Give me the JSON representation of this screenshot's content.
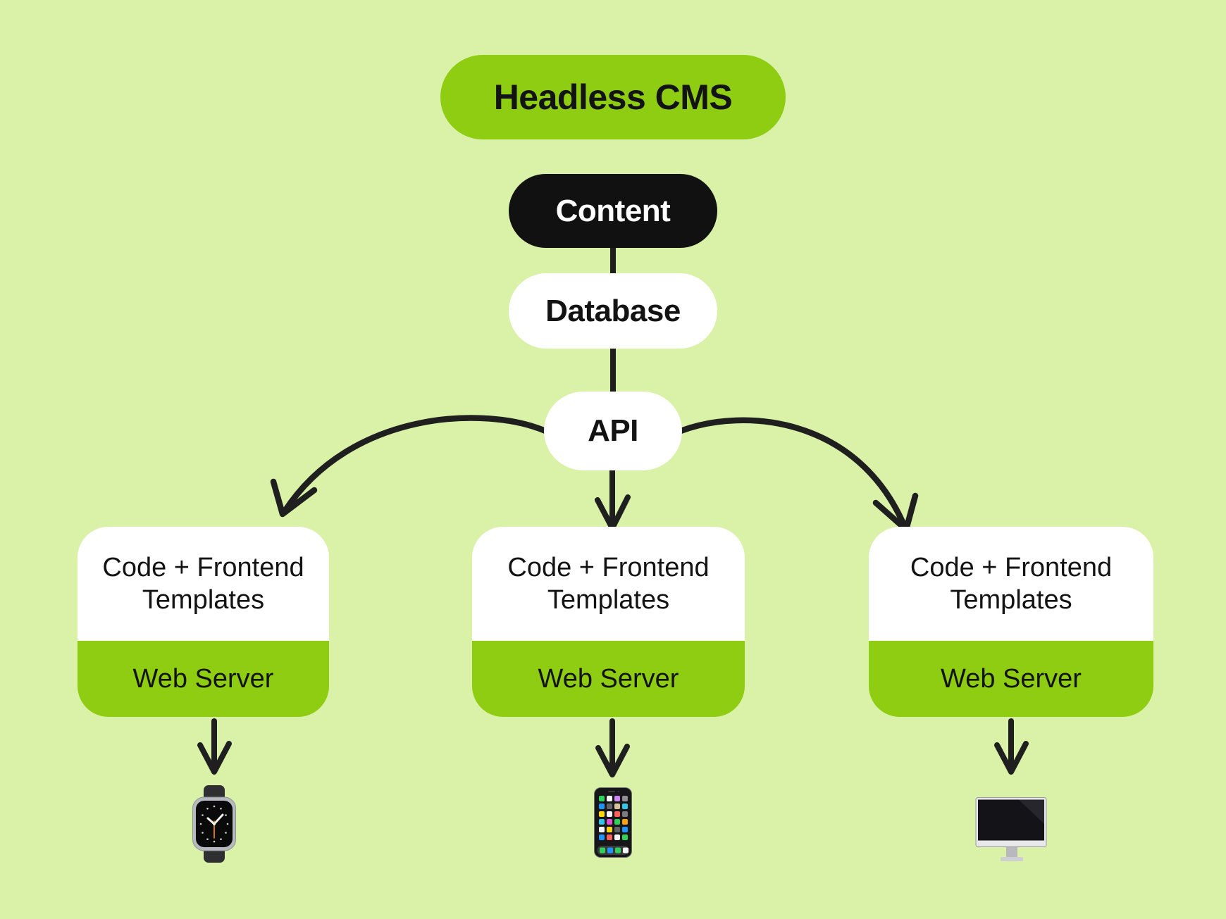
{
  "colors": {
    "background": "#daf2a8",
    "green": "#8ecd12",
    "black_pill": "#111111",
    "white": "#ffffff",
    "text": "#131313",
    "arrow": "#1f1f1f"
  },
  "title": "Headless CMS",
  "pipeline": {
    "content_label": "Content",
    "database_label": "Database",
    "api_label": "API"
  },
  "server_boxes": [
    {
      "top_line1": "Code + Frontend",
      "top_line2": "Templates",
      "bottom_label": "Web Server",
      "device_icon": "apple-watch-icon"
    },
    {
      "top_line1": "Code + Frontend",
      "top_line2": "Templates",
      "bottom_label": "Web Server",
      "device_icon": "smartphone-icon"
    },
    {
      "top_line1": "Code + Frontend",
      "top_line2": "Templates",
      "bottom_label": "Web Server",
      "device_icon": "desktop-computer-icon"
    }
  ]
}
